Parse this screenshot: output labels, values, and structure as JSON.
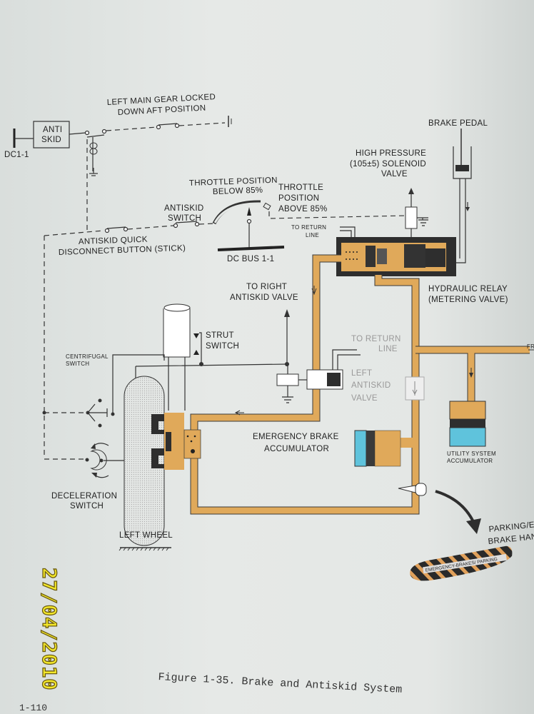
{
  "figure": {
    "caption": "Figure 1-35. Brake and Antiskid System",
    "page_number": "1-110",
    "date_stamp": "27/04/2010"
  },
  "labels": {
    "dc1": "DC1-1",
    "antiskid_box_1": "ANTI",
    "antiskid_box_2": "SKID",
    "gear_locked_1": "LEFT MAIN GEAR LOCKED",
    "gear_locked_2": "DOWN AFT POSITION",
    "brake_pedal": "BRAKE PEDAL",
    "high_pressure_1": "HIGH PRESSURE",
    "high_pressure_2": "(105±5) SOLENOID",
    "high_pressure_3": "VALVE",
    "throttle_below_1": "THROTTLE POSITION",
    "throttle_below_2": "BELOW 85%",
    "throttle_above_1": "THROTTLE",
    "throttle_above_2": "POSITION",
    "throttle_above_3": "ABOVE 85%",
    "antiskid_switch_1": "ANTISKID",
    "antiskid_switch_2": "SWITCH",
    "quick_disconnect_1": "ANTISKID QUICK",
    "quick_disconnect_2": "DISCONNECT BUTTON (STICK)",
    "dc_bus": "DC BUS 1-1",
    "return_line_top_1": "TO RETURN",
    "return_line_top_2": "LINE",
    "right_antiskid_1": "TO RIGHT",
    "right_antiskid_2": "ANTISKID VALVE",
    "hydraulic_relay_1": "HYDRAULIC RELAY",
    "hydraulic_relay_2": "(METERING VALVE)",
    "strut_switch_1": "STRUT",
    "strut_switch_2": "SWITCH",
    "centrifugal_1": "CENTRIFUGAL",
    "centrifugal_2": "SWITCH",
    "return_line_mid_1": "TO RETURN",
    "return_line_mid_2": "LINE",
    "left_antiskid_1": "LEFT",
    "left_antiskid_2": "ANTISKID",
    "left_antiskid_3": "VALVE",
    "from_edge": "FR",
    "emergency_accum_1": "EMERGENCY BRAKE",
    "emergency_accum_2": "ACCUMULATOR",
    "utility_accum_1": "UTILITY SYSTEM",
    "utility_accum_2": "ACCUMULATOR",
    "deceleration_1": "DECELERATION",
    "deceleration_2": "SWITCH",
    "left_wheel": "LEFT WHEEL",
    "parking_1": "PARKING/EMER",
    "parking_2": "BRAKE HANDLE",
    "handle_text": "EMERGENCY-BRAKES/ PARKING"
  },
  "colors": {
    "hydraulic_fluid": "#e0a95a",
    "accumulator_gas": "#5fc3dc",
    "component_dark": "#2e2e2e",
    "date_stamp": "#f4e82a"
  }
}
